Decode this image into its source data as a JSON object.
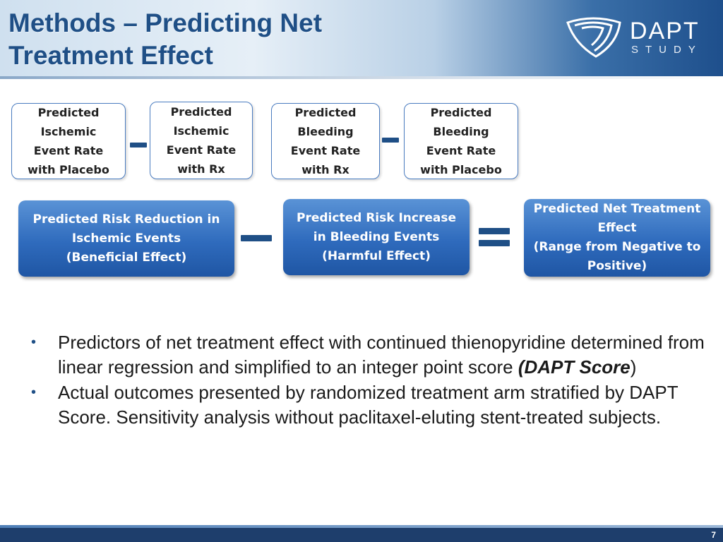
{
  "header": {
    "title_line1": "Methods – Predicting Net",
    "title_line2": "Treatment Effect",
    "logo_text": "DAPT",
    "logo_sub": "STUDY"
  },
  "top_boxes": [
    {
      "lines": [
        "Predicted",
        "Ischemic",
        "Event Rate",
        "with Placebo"
      ]
    },
    {
      "lines": [
        "Predicted",
        "Ischemic",
        "Event Rate",
        "with Rx"
      ]
    },
    {
      "lines": [
        "Predicted",
        "Bleeding",
        "Event Rate",
        "with Rx"
      ]
    },
    {
      "lines": [
        "Predicted",
        "Bleeding",
        "Event Rate",
        "with Placebo"
      ]
    }
  ],
  "blue_boxes": [
    {
      "lines": [
        "Predicted Risk Reduction in",
        "Ischemic Events",
        "(Beneficial Effect)"
      ]
    },
    {
      "lines": [
        "Predicted Risk Increase",
        "in Bleeding Events",
        "(Harmful Effect)"
      ]
    },
    {
      "lines": [
        "Predicted Net Treatment",
        "Effect",
        "(Range from Negative to",
        "Positive)"
      ]
    }
  ],
  "bullets": [
    {
      "before": "Predictors of net treatment effect with continued thienopyridine determined from linear regression and simplified to an integer point score ",
      "open_paren": "(",
      "emphasis": "DAPT Score",
      "close_paren": ")"
    },
    {
      "text": "Actual outcomes presented by randomized treatment arm stratified by DAPT Score.  Sensitivity analysis without paclitaxel-eluting stent-treated subjects."
    }
  ],
  "bullet_glyph": "•",
  "page_number": "7",
  "colors": {
    "title": "#1f4f86",
    "box_border": "#4a7cc0",
    "blue_box": "#2f6bbd",
    "footer": "#1e3e6c"
  }
}
